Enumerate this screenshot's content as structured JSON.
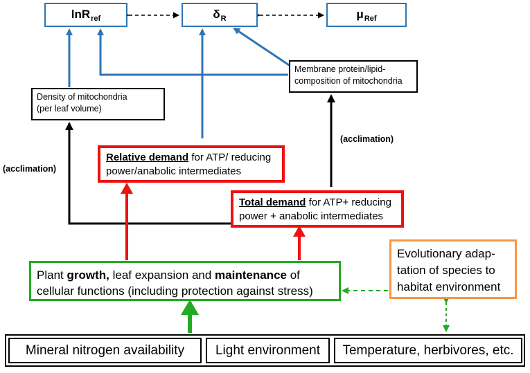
{
  "top": {
    "lnr": {
      "main": "lnR",
      "sub": "ref"
    },
    "delta": {
      "main": "δ",
      "sub": "R"
    },
    "mu": {
      "main": "μ",
      "sub": "Ref"
    }
  },
  "boxes": {
    "density": {
      "line1": "Density of  mitochondria",
      "line2": "(per leaf  volume)"
    },
    "membrane": {
      "line1": "Membrane protein/lipid-",
      "line2": "composition of mitochondria"
    },
    "relative": {
      "bold": "Relative demand",
      "rest1": " for ATP/ reducing",
      "line2": "power/anabolic intermediates"
    },
    "total": {
      "bold": "Total demand",
      "rest1": " for ATP+ reducing",
      "line2": "power + anabolic intermediates"
    },
    "growth": {
      "p1": "Plant ",
      "b1": "growth,",
      "p2": " leaf expansion and ",
      "b2": "maintenance",
      "p3": " of",
      "line2": "cellular functions (including protection against stress)"
    },
    "evolution": {
      "line1": "Evolutionary adap-",
      "line2": "tation of species to",
      "line3": "habitat environment"
    }
  },
  "labels": {
    "acclimation_left": "(acclimation)",
    "acclimation_right": "(acclimation)"
  },
  "bottom": {
    "nitrogen": "Mineral nitrogen availability",
    "light": "Light environment",
    "temperature": "Temperature, herbivores, etc."
  },
  "colors": {
    "blue": "#2e75b6",
    "red": "#ee1111",
    "green": "#22aa22",
    "orange": "#f79646",
    "black": "#000000"
  }
}
